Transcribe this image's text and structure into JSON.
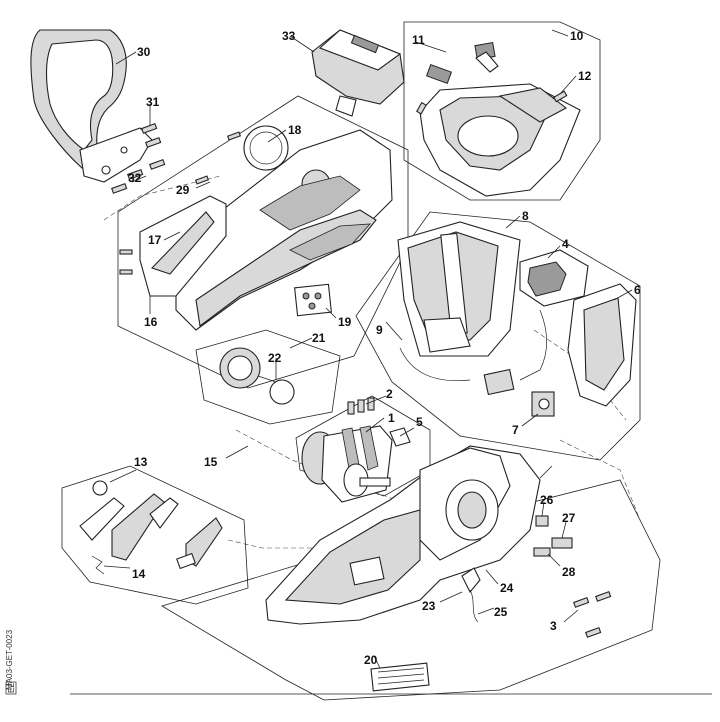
{
  "drawing_code": "MA03-GET-0023",
  "sheet_mark": "EZ",
  "callouts": [
    "1",
    "2",
    "3",
    "4",
    "5",
    "6",
    "7",
    "8",
    "9",
    "10",
    "11",
    "12",
    "13",
    "14",
    "15",
    "16",
    "17",
    "18",
    "19",
    "20",
    "21",
    "22",
    "23",
    "24",
    "25",
    "26",
    "27",
    "28",
    "29",
    "30",
    "31",
    "32",
    "33"
  ]
}
